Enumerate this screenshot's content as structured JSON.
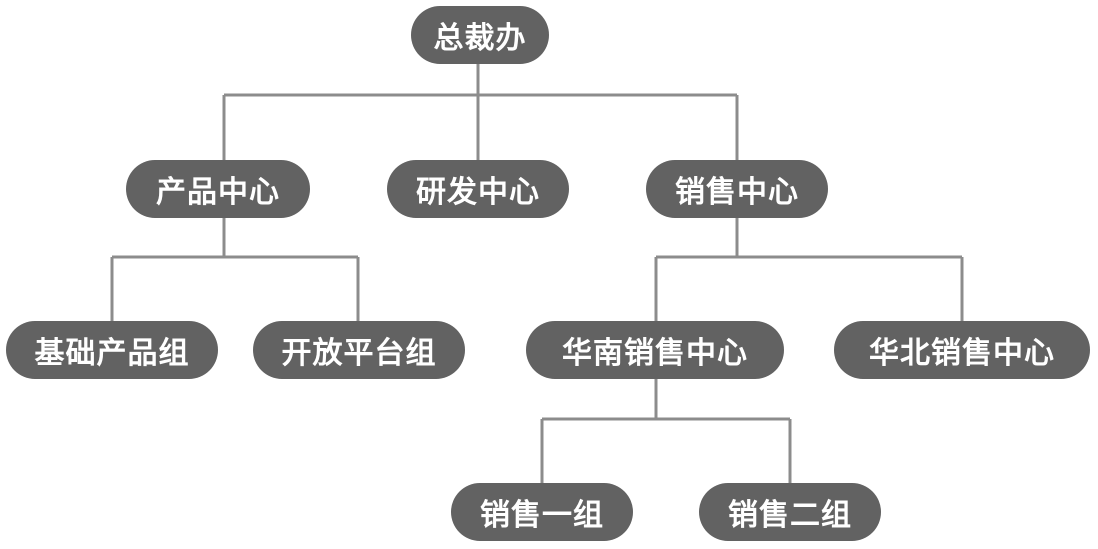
{
  "nodes": {
    "root": "总裁办",
    "product_center": "产品中心",
    "rd_center": "研发中心",
    "sales_center": "销售中心",
    "basic_product_group": "基础产品组",
    "open_platform_group": "开放平台组",
    "south_china_sales": "华南销售中心",
    "north_china_sales": "华北销售中心",
    "sales_group_1": "销售一组",
    "sales_group_2": "销售二组"
  },
  "colors": {
    "node_fill": "#626262",
    "node_text": "#ffffff",
    "connector": "#8c8c8c"
  }
}
